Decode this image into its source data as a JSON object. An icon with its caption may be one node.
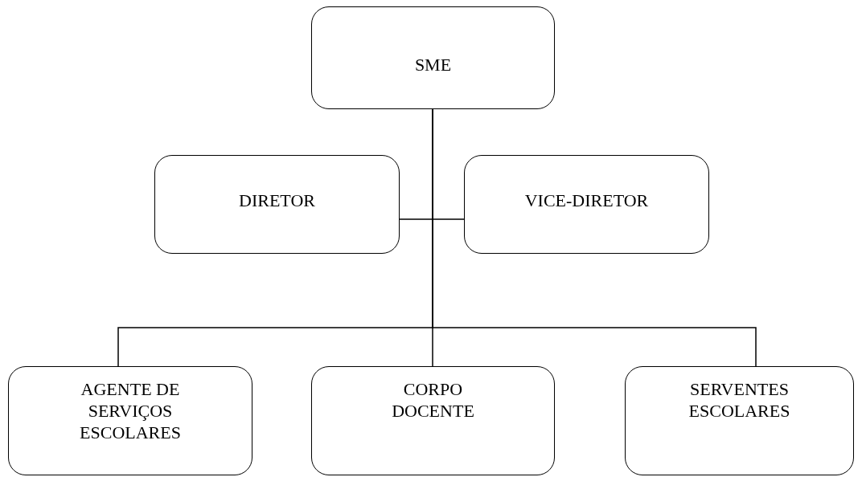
{
  "diagram": {
    "nodes": [
      {
        "text": [
          "SME"
        ]
      },
      {
        "text": [
          "DIRETOR"
        ]
      },
      {
        "text": [
          "VICE-DIRETOR"
        ]
      },
      {
        "text": [
          "AGENTE DE SERVIÇOS ESCOLARES"
        ]
      },
      {
        "text": [
          "CORPO DOCENTE"
        ]
      },
      {
        "text": [
          "SERVENTES ESCOLARES"
        ]
      }
    ],
    "edges": [
      {
        "from": 0,
        "to": 1,
        "arrow": "none"
      },
      {
        "from": 0,
        "to": 2,
        "arrow": "none"
      },
      {
        "from": 0,
        "to": 3,
        "arrow": "none"
      },
      {
        "from": 0,
        "to": 4,
        "arrow": "none"
      },
      {
        "from": 0,
        "to": 5,
        "arrow": "none"
      }
    ]
  }
}
